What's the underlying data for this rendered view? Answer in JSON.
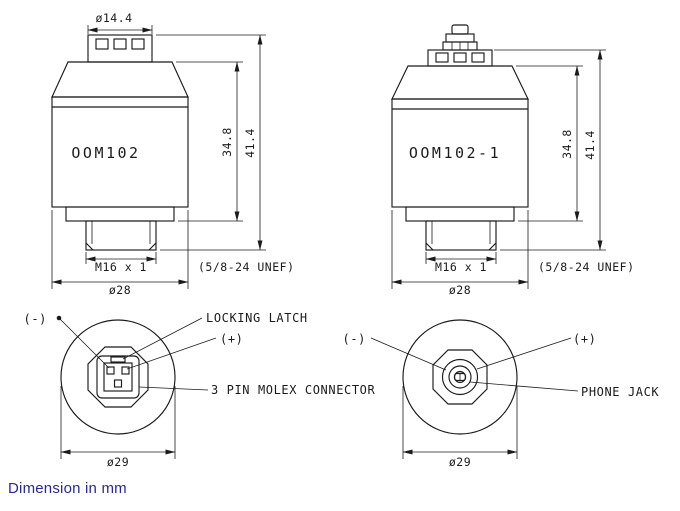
{
  "footnote": "Dimension in mm",
  "colors": {
    "line": "#1b1b1b",
    "note": "#2727a3"
  },
  "side_view_left": {
    "part_label": "OOM102",
    "dim_top_diameter": "ø14.4",
    "dim_height_body": "34.8",
    "dim_height_total": "41.4",
    "dim_thread": "M16 x 1",
    "dim_thread_alt": "(5/8-24 UNEF)",
    "dim_body_diameter": "ø28"
  },
  "side_view_right": {
    "part_label": "OOM102-1",
    "dim_height_body": "34.8",
    "dim_height_total": "41.4",
    "dim_thread": "M16 x 1",
    "dim_thread_alt": "(5/8-24 UNEF)",
    "dim_body_diameter": "ø28"
  },
  "bottom_view_left": {
    "label_negative": "(-)",
    "label_locking_latch": "LOCKING LATCH",
    "label_positive": "(+)",
    "label_connector": "3 PIN MOLEX CONNECTOR",
    "dim_outer_diameter": "ø29"
  },
  "bottom_view_right": {
    "label_negative": "(-)",
    "label_positive": "(+)",
    "label_jack": "PHONE JACK",
    "dim_outer_diameter": "ø29"
  }
}
